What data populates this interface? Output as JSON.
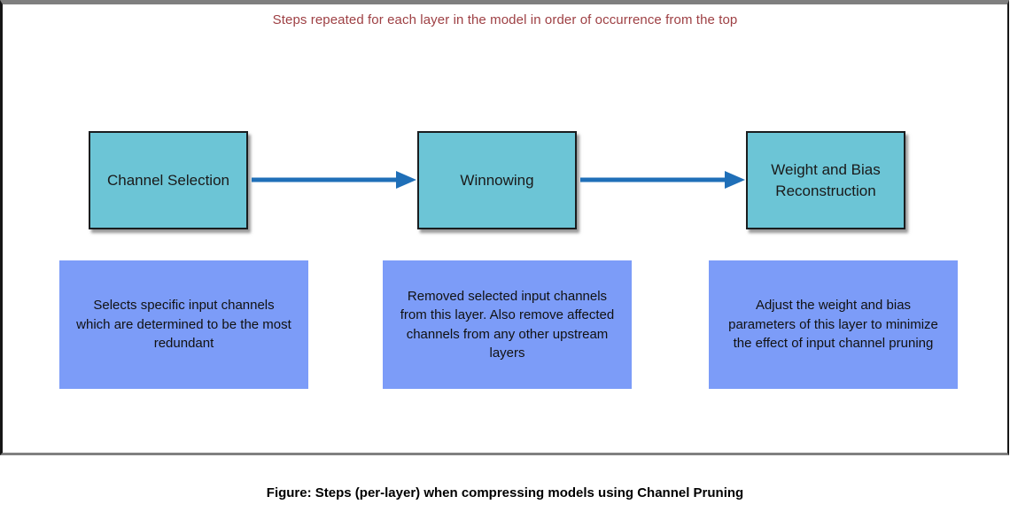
{
  "title": "Steps repeated for each layer in the model in order of occurrence from the top",
  "steps": [
    {
      "label": "Channel Selection",
      "description": "Selects specific input channels which are determined to be the most redundant"
    },
    {
      "label": "Winnowing",
      "description": "Removed selected input channels from this layer. Also remove affected channels from any other upstream layers"
    },
    {
      "label": "Weight and Bias Reconstruction",
      "description": "Adjust the weight and bias parameters of this layer to minimize the effect of input channel pruning"
    }
  ],
  "arrows": [
    {
      "name": "channel-selection-to-winnowing",
      "direction": "right"
    },
    {
      "name": "winnowing-to-weight-bias-reconstruction",
      "direction": "right"
    }
  ],
  "caption": "Figure: Steps (per-layer) when compressing models using Channel Pruning",
  "colors": {
    "title_text": "#9e4044",
    "step_box_fill": "#6cc5d6",
    "step_box_border": "#1a1d1f",
    "detail_box_fill": "#7c9cf8",
    "arrow": "#1f6fb8",
    "frame_border_top": "#7f7f7f",
    "frame_border_side": "#161616",
    "caption_text": "#000000"
  }
}
